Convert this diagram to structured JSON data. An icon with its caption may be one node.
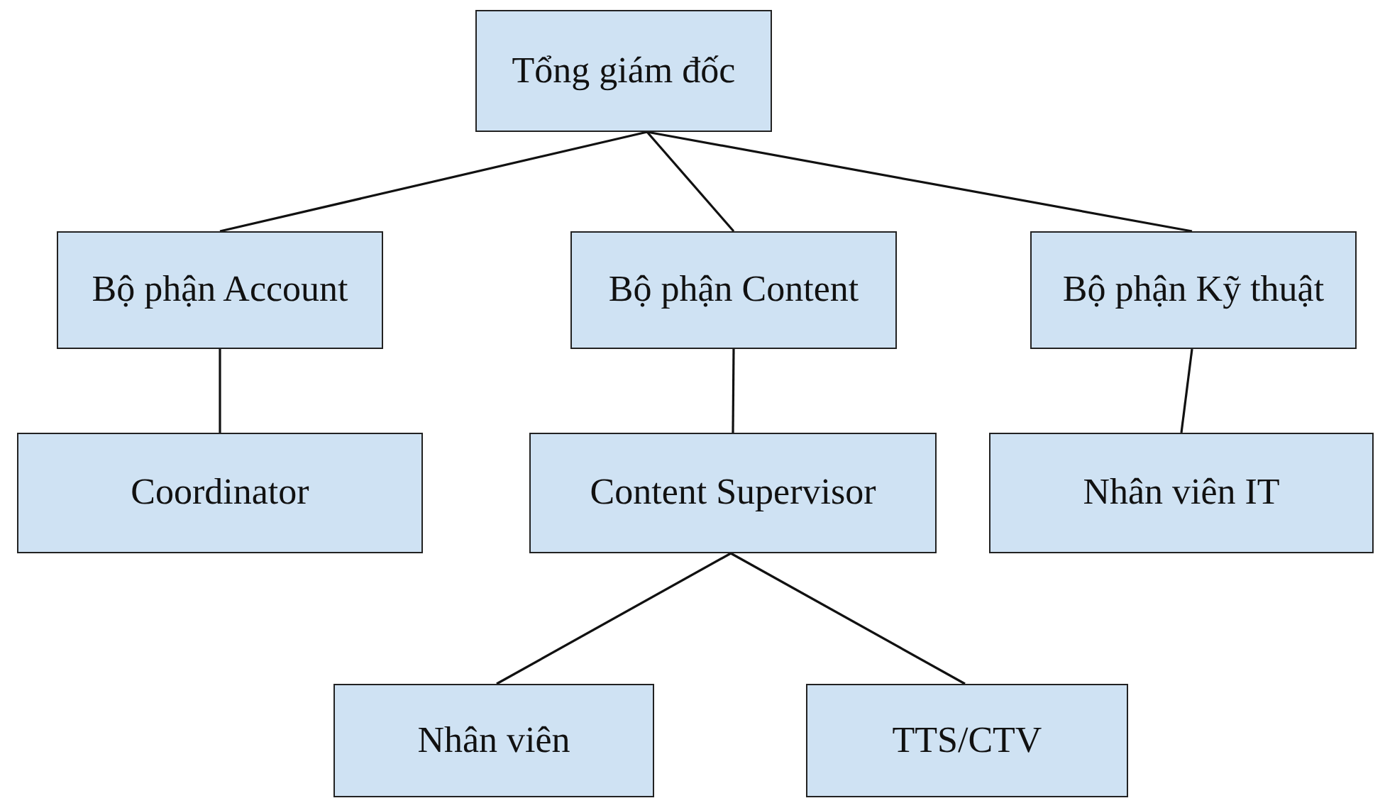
{
  "diagram": {
    "nodes": [
      {
        "text": [
          "Tổng giám đốc"
        ]
      },
      {
        "text": [
          "Bộ phận Account"
        ]
      },
      {
        "text": [
          "Bộ phận Content"
        ]
      },
      {
        "text": [
          "Bộ phận Kỹ thuật"
        ]
      },
      {
        "text": [
          "Coordinator"
        ]
      },
      {
        "text": [
          "Content Supervisor"
        ]
      },
      {
        "text": [
          "Nhân viên IT"
        ]
      },
      {
        "text": [
          "Nhân viên"
        ]
      },
      {
        "text": [
          "TTS/CTV"
        ]
      }
    ],
    "edges": [
      {
        "from": 0,
        "to": 1,
        "arrow": "none"
      },
      {
        "from": 0,
        "to": 2,
        "arrow": "none"
      },
      {
        "from": 0,
        "to": 3,
        "arrow": "none"
      },
      {
        "from": 1,
        "to": 4,
        "arrow": "none"
      },
      {
        "from": 2,
        "to": 5,
        "arrow": "none"
      },
      {
        "from": 3,
        "to": 6,
        "arrow": "none"
      },
      {
        "from": 5,
        "to": 7,
        "arrow": "none"
      },
      {
        "from": 5,
        "to": 8,
        "arrow": "none"
      }
    ]
  }
}
